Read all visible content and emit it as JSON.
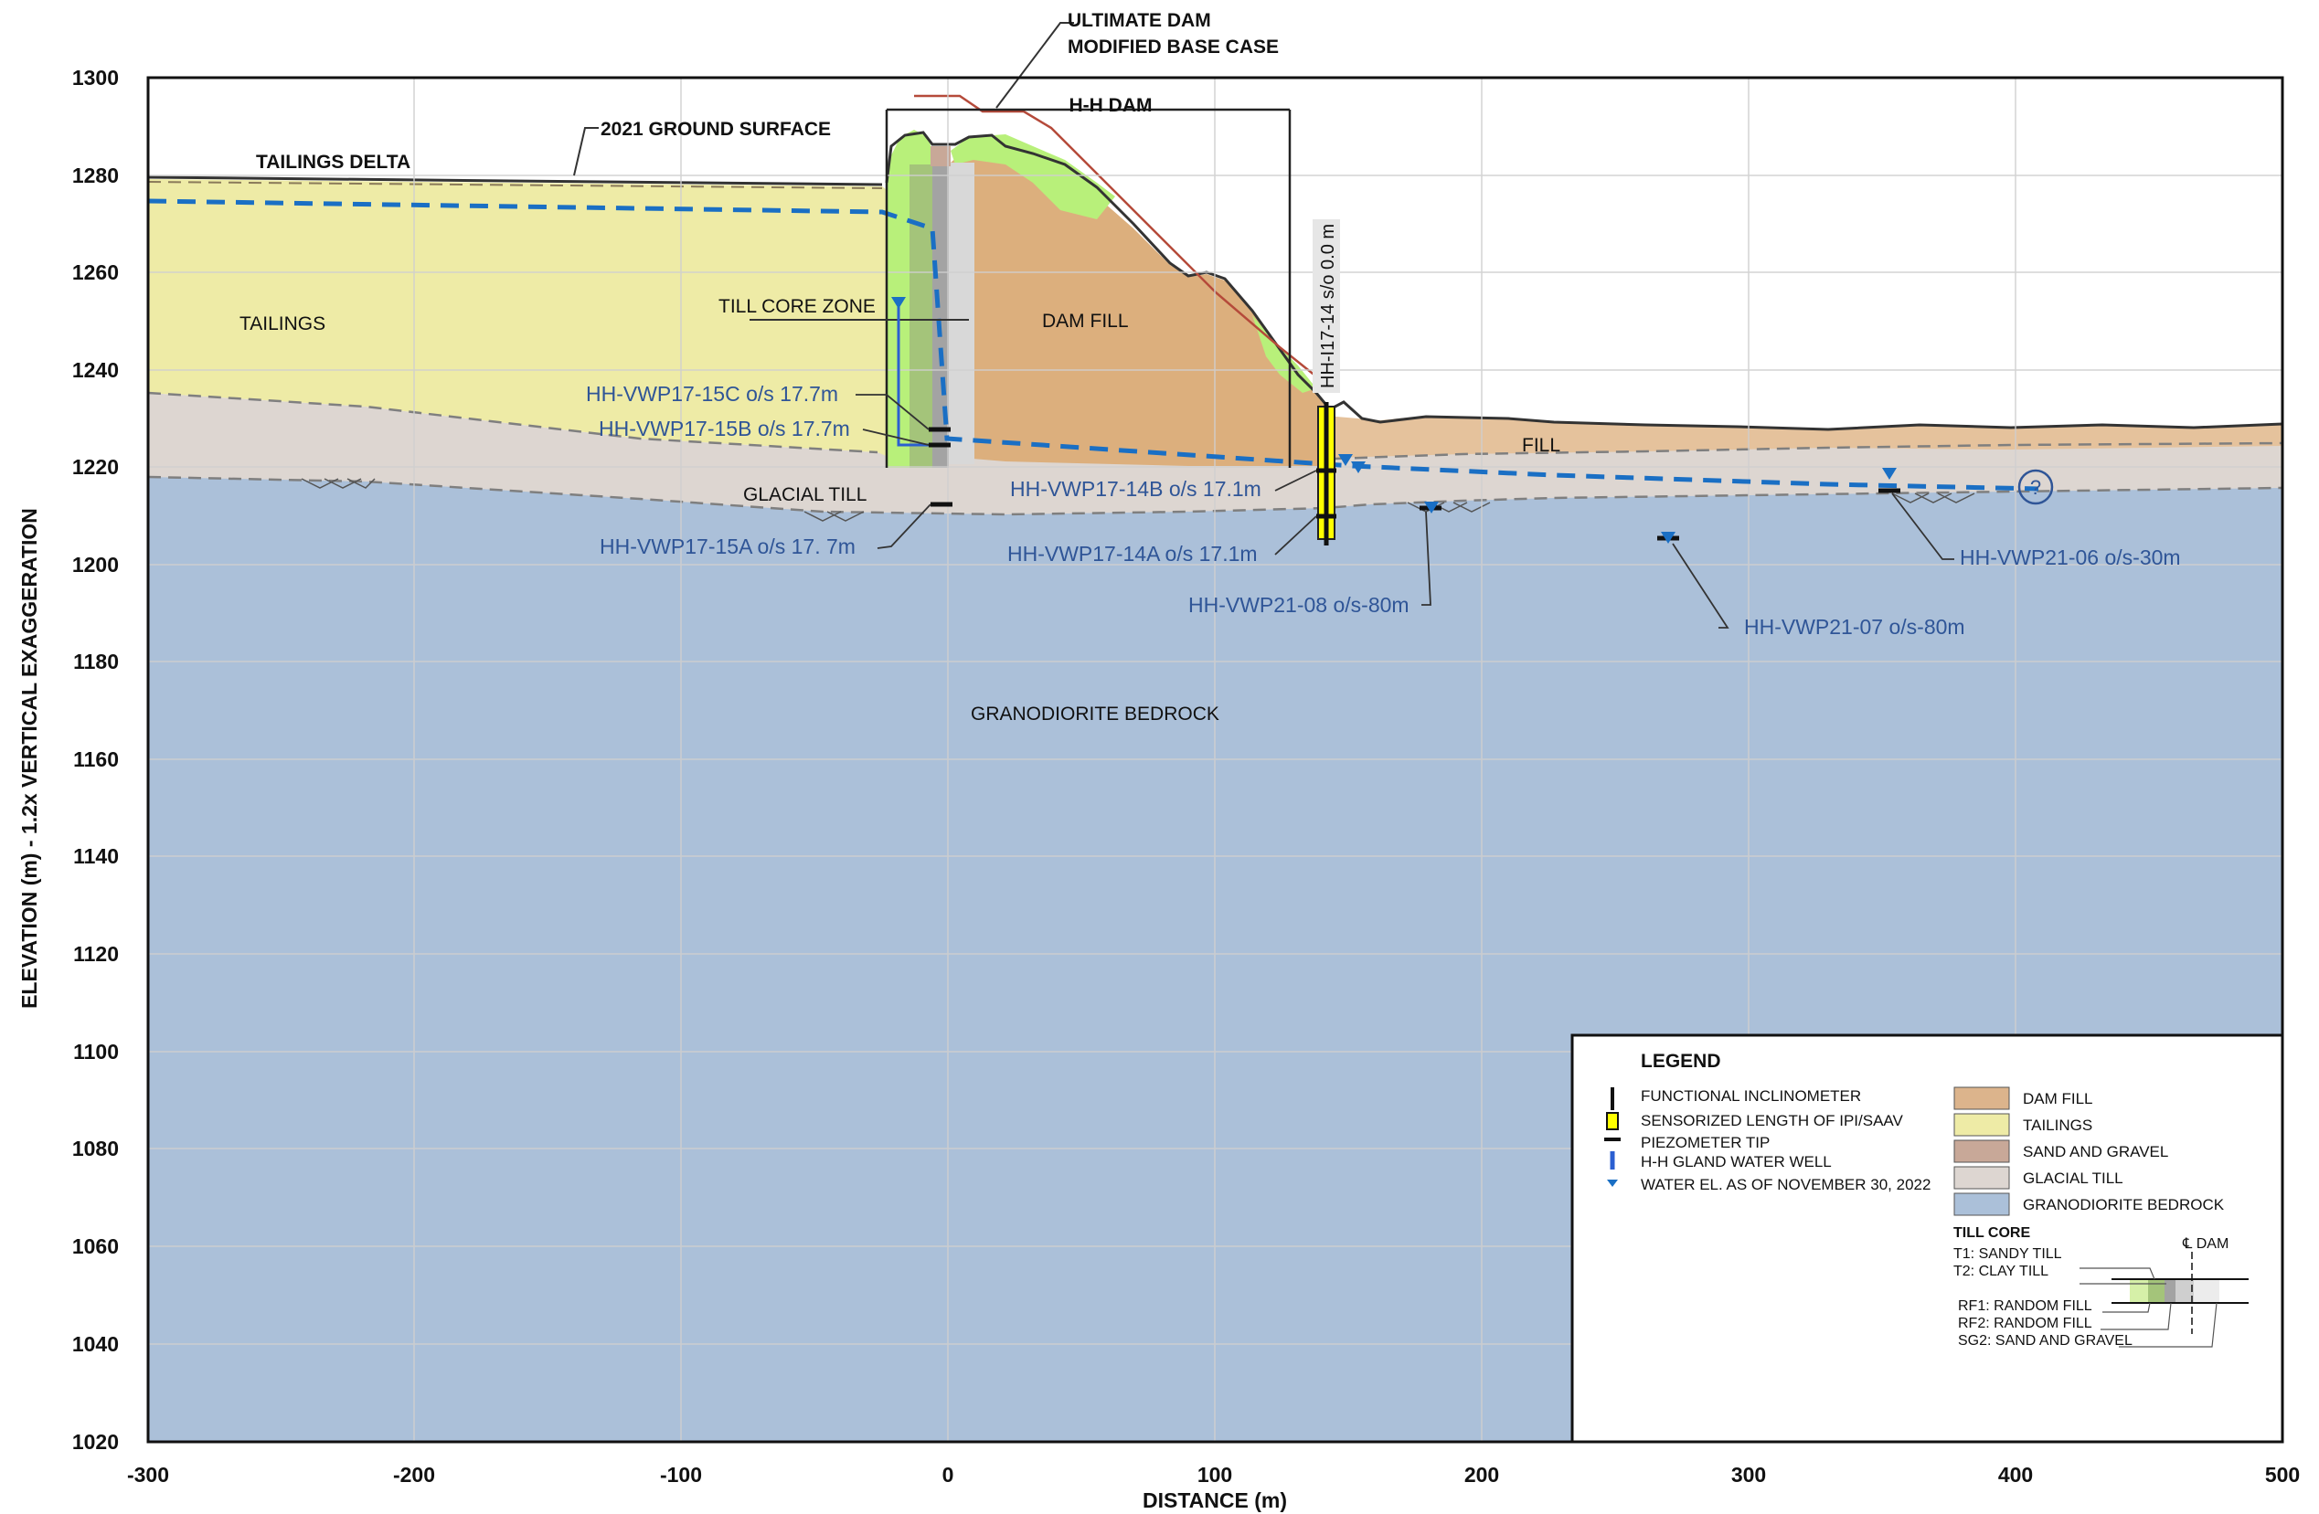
{
  "x_axis": {
    "title": "DISTANCE (m)",
    "ticks": [
      "-300",
      "-200",
      "-100",
      "0",
      "100",
      "200",
      "300",
      "400",
      "500"
    ]
  },
  "y_axis": {
    "title": "ELEVATION (m) - 1.2x VERTICAL EXAGGERATION",
    "ticks": [
      "1300",
      "1280",
      "1260",
      "1240",
      "1220",
      "1200",
      "1180",
      "1160",
      "1140",
      "1120",
      "1100",
      "1080",
      "1060",
      "1040",
      "1020"
    ]
  },
  "annotations": {
    "ultimate_dam_line1": "ULTIMATE DAM",
    "ultimate_dam_line2": "MODIFIED BASE CASE",
    "hh_dam": "H-H DAM",
    "ground_surface": "2021 GROUND SURFACE",
    "tailings_delta": "TAILINGS DELTA",
    "tailings": "TAILINGS",
    "till_core_zone": "TILL CORE ZONE",
    "dam_fill": "DAM FILL",
    "fill": "FILL",
    "glacial_till": "GLACIAL TILL",
    "bedrock": "GRANODIORITE BEDROCK",
    "inclinometer": "HH-I17-14 s/o 0.0 m"
  },
  "instruments": {
    "vwp17_15c": "HH-VWP17-15C o/s 17.7m",
    "vwp17_15b": "HH-VWP17-15B o/s 17.7m",
    "vwp17_15a": "HH-VWP17-15A o/s 17. 7m",
    "vwp17_14b": "HH-VWP17-14B o/s 17.1m",
    "vwp17_14a": "HH-VWP17-14A o/s 17.1m",
    "vwp21_08": "HH-VWP21-08 o/s-80m",
    "vwp21_07": "HH-VWP21-07 o/s-80m",
    "vwp21_06": "HH-VWP21-06 o/s-30m",
    "unknown_marker": "?"
  },
  "legend": {
    "title": "LEGEND",
    "symbols": [
      "FUNCTIONAL INCLINOMETER",
      "SENSORIZED LENGTH OF IPI/SAAV",
      "PIEZOMETER TIP",
      "H-H GLAND WATER WELL",
      "WATER EL. AS OF NOVEMBER 30, 2022"
    ],
    "materials": [
      {
        "label": "DAM FILL",
        "color": "#d9b38c"
      },
      {
        "label": "TAILINGS",
        "color": "#eaea9a"
      },
      {
        "label": "SAND AND GRAVEL",
        "color": "#c8a898"
      },
      {
        "label": "GLACIAL TILL",
        "color": "#dcd6d2"
      },
      {
        "label": "GRANODIORITE BEDROCK",
        "color": "#aabfd9"
      }
    ],
    "till_core_title": "TILL CORE",
    "till_core_items": [
      "T1: SANDY TILL",
      "T2: CLAY TILL"
    ],
    "fill_items": [
      "RF1: RANDOM FILL",
      "RF2: RANDOM FILL",
      "SG2: SAND AND GRAVEL"
    ],
    "dam_centerline": "℄ DAM"
  },
  "colors": {
    "bedrock": "#abc0d9",
    "glacial_till": "#ddd6d1",
    "tailings": "#eeeba6",
    "dam_fill": "#dcaf7d",
    "downstream_fill": "#e5c29c",
    "core_green": "#a4c47a",
    "light_green": "#b8f07a",
    "core_grey": "#a3a3a3",
    "water_line": "#1a6fc4",
    "label_blue": "#2f5597"
  }
}
